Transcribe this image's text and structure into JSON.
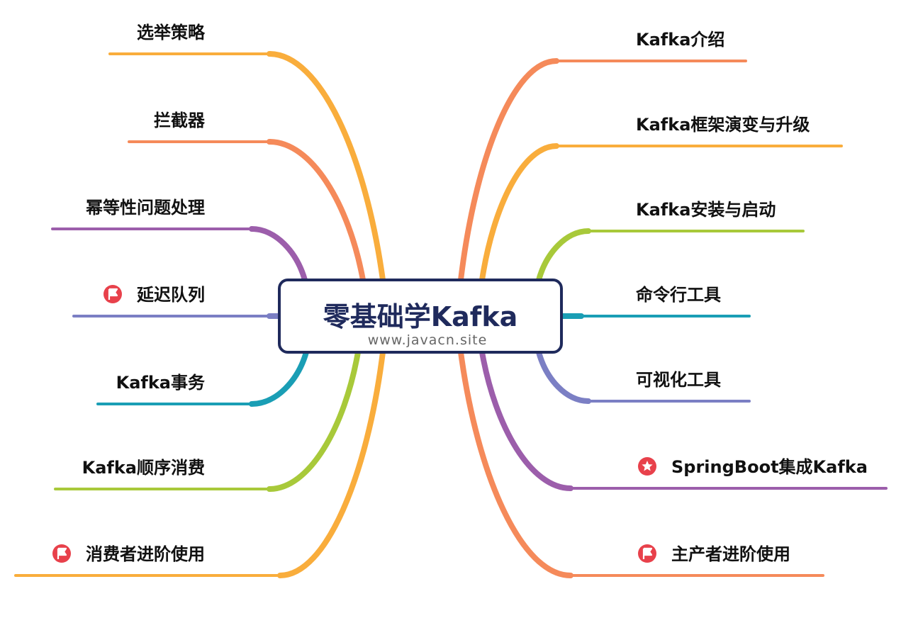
{
  "center": {
    "title": "零基础学Kafka",
    "subtitle": "www.javacn.site",
    "border_color": "#1f2a5c"
  },
  "branches": {
    "left": [
      {
        "label": "选举策略",
        "color": "#f9ad3c",
        "marker": ""
      },
      {
        "label": "拦截器",
        "color": "#f58a5a",
        "marker": ""
      },
      {
        "label": "幂等性问题处理",
        "color": "#9c5eab",
        "marker": ""
      },
      {
        "label": "延迟队列",
        "color": "#7b7fc4",
        "marker": "flag-icon"
      },
      {
        "label": "Kafka事务",
        "color": "#1a9eb5",
        "marker": ""
      },
      {
        "label": "Kafka顺序消费",
        "color": "#a8c93a",
        "marker": ""
      },
      {
        "label": "消费者进阶使用",
        "color": "#f9ad3c",
        "marker": "flag-icon"
      }
    ],
    "right": [
      {
        "label": "Kafka介绍",
        "color": "#f58a5a",
        "marker": ""
      },
      {
        "label": "Kafka框架演变与升级",
        "color": "#f9ad3c",
        "marker": ""
      },
      {
        "label": "Kafka安装与启动",
        "color": "#a8c93a",
        "marker": ""
      },
      {
        "label": "命令行工具",
        "color": "#1a9eb5",
        "marker": ""
      },
      {
        "label": "可视化工具",
        "color": "#7b7fc4",
        "marker": ""
      },
      {
        "label": "SpringBoot集成Kafka",
        "color": "#9c5eab",
        "marker": "star-icon"
      },
      {
        "label": "主产者进阶使用",
        "color": "#f58a5a",
        "marker": "flag-icon"
      }
    ]
  },
  "marker_color": "#e8414b"
}
